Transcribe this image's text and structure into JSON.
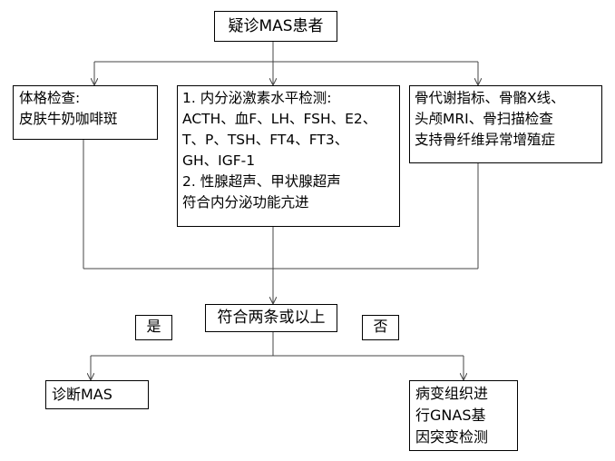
{
  "start": "疑诊MAS患者",
  "physical_exam": [
    "体格检查:",
    "皮肤牛奶咖啡斑"
  ],
  "endocrine": [
    "1. 内分泌激素水平检测:",
    "ACTH、血F、LH、FSH、E2、",
    "T、P、TSH、FT4、FT3、",
    "GH、IGF-1",
    "2. 性腺超声、甲状腺超声",
    "符合内分泌功能亢进"
  ],
  "bone": [
    "骨代谢指标、骨骼X线、",
    "头颅MRI、骨扫描检查",
    "支持骨纤维异常增殖症"
  ],
  "decision": "符合两条或以上",
  "yes_label": "是",
  "no_label": "否",
  "diagnosis": "诊断MAS",
  "gene_test": [
    "病变组织进",
    "行GNAS基",
    "因突变检测"
  ]
}
